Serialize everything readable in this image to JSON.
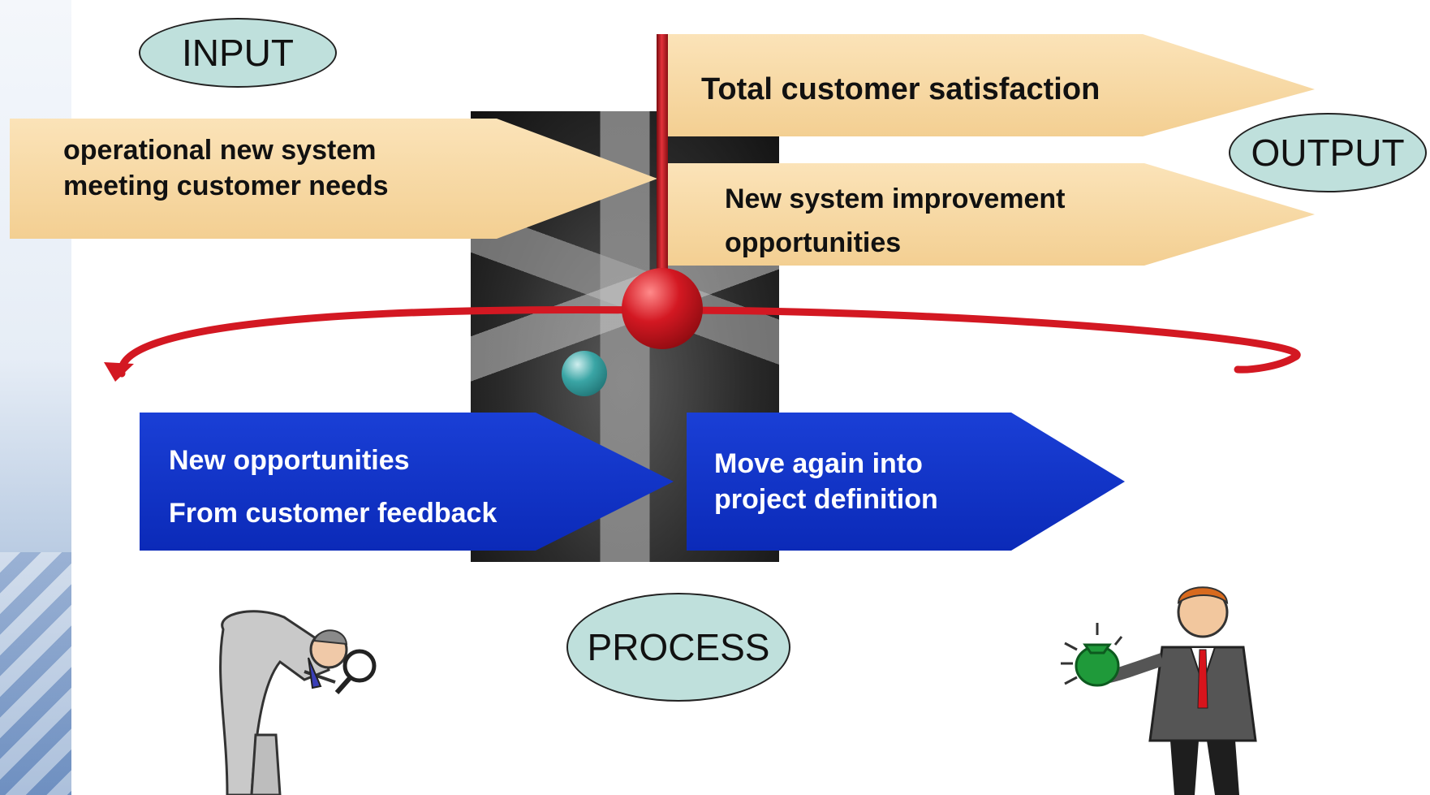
{
  "labels": {
    "input": "INPUT",
    "output": "OUTPUT",
    "process": "PROCESS"
  },
  "input_arrow": {
    "line1": "operational new system",
    "line2": "meeting customer needs"
  },
  "output_arrows": [
    {
      "line1": "Total customer satisfaction"
    },
    {
      "line1": "New system improvement",
      "line2": "opportunities"
    }
  ],
  "process_arrows": [
    {
      "line1": "New opportunities",
      "line2": "From customer feedback"
    },
    {
      "line1": "Move again into",
      "line2": "project definition"
    }
  ],
  "colors": {
    "oval_fill": "#bfe0dc",
    "beige_arrow": "#f3cf92",
    "blue_arrow": "#0b2ab8",
    "orbit_red": "#d31822"
  },
  "icons": {
    "left_figure": "man-with-magnifying-glass",
    "right_figure": "man-holding-money-bag"
  }
}
